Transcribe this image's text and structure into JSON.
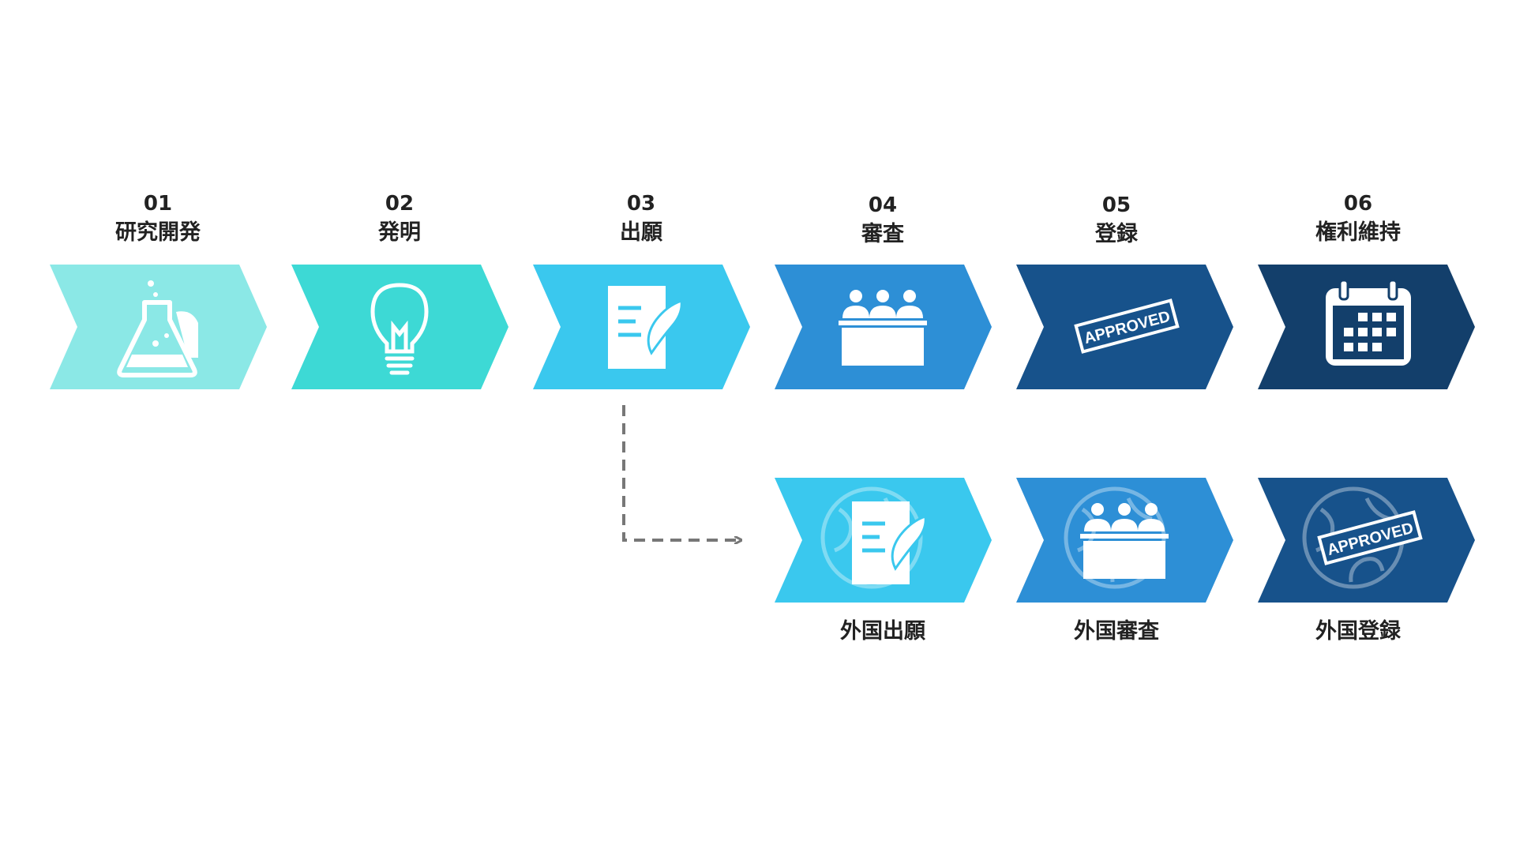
{
  "steps": [
    {
      "number": "01",
      "label": "研究開発",
      "color": "#8BE8E6",
      "icon": "flask-icon"
    },
    {
      "number": "02",
      "label": "発明",
      "color": "#3DD9D5",
      "icon": "lightbulb-icon"
    },
    {
      "number": "03",
      "label": "出願",
      "color": "#3AC8EE",
      "icon": "document-quill-icon"
    },
    {
      "number": "04",
      "label": "審査",
      "color": "#2D8FD6",
      "icon": "examiners-icon"
    },
    {
      "number": "05",
      "label": "登録",
      "color": "#17528B",
      "icon": "approved-stamp-icon"
    },
    {
      "number": "06",
      "label": "権利維持",
      "color": "#133F6B",
      "icon": "calendar-icon"
    }
  ],
  "foreign_steps": [
    {
      "label": "外国出願",
      "color": "#3AC8EE",
      "icon": "globe-document-icon"
    },
    {
      "label": "外国審査",
      "color": "#2D8FD6",
      "icon": "globe-examiners-icon"
    },
    {
      "label": "外国登録",
      "color": "#17528B",
      "icon": "globe-approved-icon"
    }
  ],
  "stamp_text": "APPROVED",
  "connector_color": "#777777"
}
